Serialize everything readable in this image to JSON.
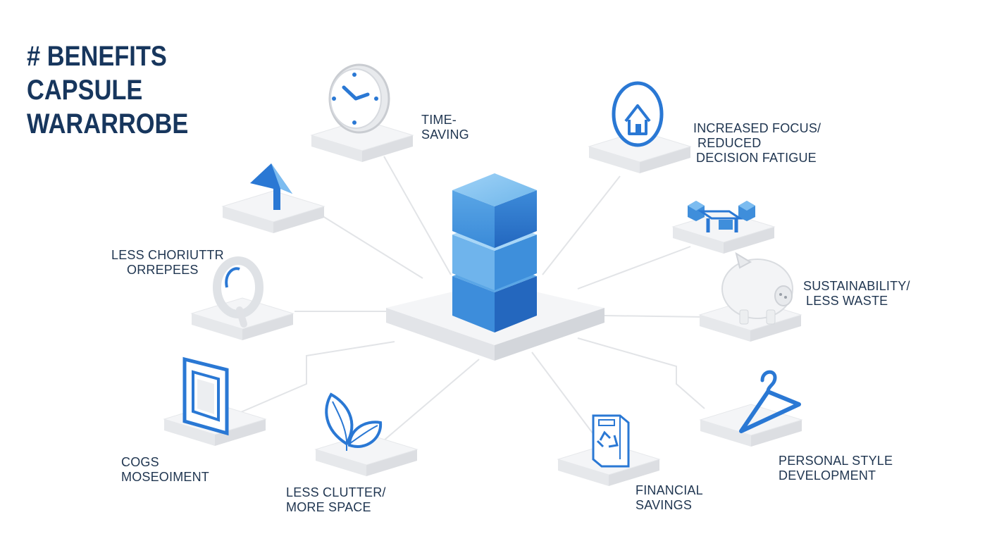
{
  "title": {
    "line1": "# BENEFITS CAPSULE",
    "line2": "WARARROBE"
  },
  "benefits": {
    "time_saving": {
      "line1": "TIME-",
      "line2": "SAVING",
      "icon": "clock-icon"
    },
    "increased_focus": {
      "line1": "INCREASED FOCUS/",
      "line2": "REDUCED",
      "line3": "DECISION FATIGUE",
      "icon": "house-badge-icon"
    },
    "sustainability": {
      "line1": "SUSTAINABILITY/",
      "line2": "LESS WASTE",
      "icon": "piggy-bank-icon"
    },
    "personal_style": {
      "line1": "PERSONAL STYLE",
      "line2": "DEVELOPMENT",
      "icon": "hanger-icon"
    },
    "financial_savings": {
      "line1": "FINANCIAL",
      "line2": "SAVINGS",
      "icon": "recycle-box-icon"
    },
    "less_clutter": {
      "line1": "LESS CLUTTER/",
      "line2": "MORE SPACE",
      "icon": "leaf-icon"
    },
    "cogs": {
      "line1": "COGS",
      "line2": "MOSEOIMENT",
      "icon": "frame-icon"
    },
    "less_chores": {
      "line1": "LESS CHORIUTTR",
      "line2": "ORREPEES",
      "icon": "ring-icon"
    },
    "arrow_node": {
      "icon": "arrow-icon"
    },
    "blocks_node": {
      "icon": "blocks-icon"
    }
  },
  "colors": {
    "title": "#17365d",
    "label": "#1f3550",
    "accent_blue": "#2a78d4",
    "light_blue": "#7cc0f0",
    "platform_top": "#f4f5f7",
    "platform_side": "#dcdee2",
    "connector": "#e3e5e8"
  }
}
